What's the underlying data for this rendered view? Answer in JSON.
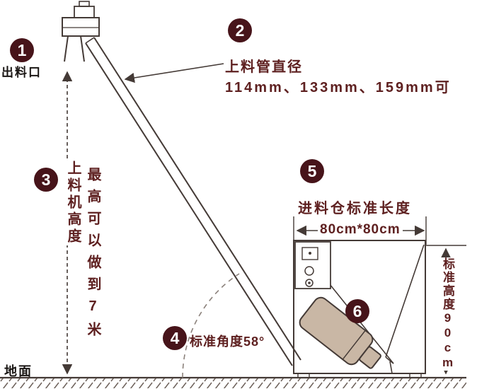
{
  "colors": {
    "badge": "#47141a",
    "annotation": "#5e2020",
    "line": "#443a36",
    "motor": "#c9b7a5",
    "arc": "#8c827c"
  },
  "callout1": {
    "num": "1",
    "label": "出料口"
  },
  "callout2": {
    "num": "2",
    "line1": "上料管直径",
    "line2": "114mm、133mm、159mm可"
  },
  "callout3": {
    "num": "3",
    "col1": "上料机高度",
    "col2": "最高可以做到7米"
  },
  "callout4": {
    "num": "4",
    "label": "标准角度58°"
  },
  "callout5": {
    "num": "5",
    "line1": "进料仓标准长度",
    "dim": "80cm*80cm"
  },
  "callout6": {
    "num": "6"
  },
  "ground": {
    "label": "地面"
  },
  "right_dim": {
    "label": "标准高度90cm"
  }
}
